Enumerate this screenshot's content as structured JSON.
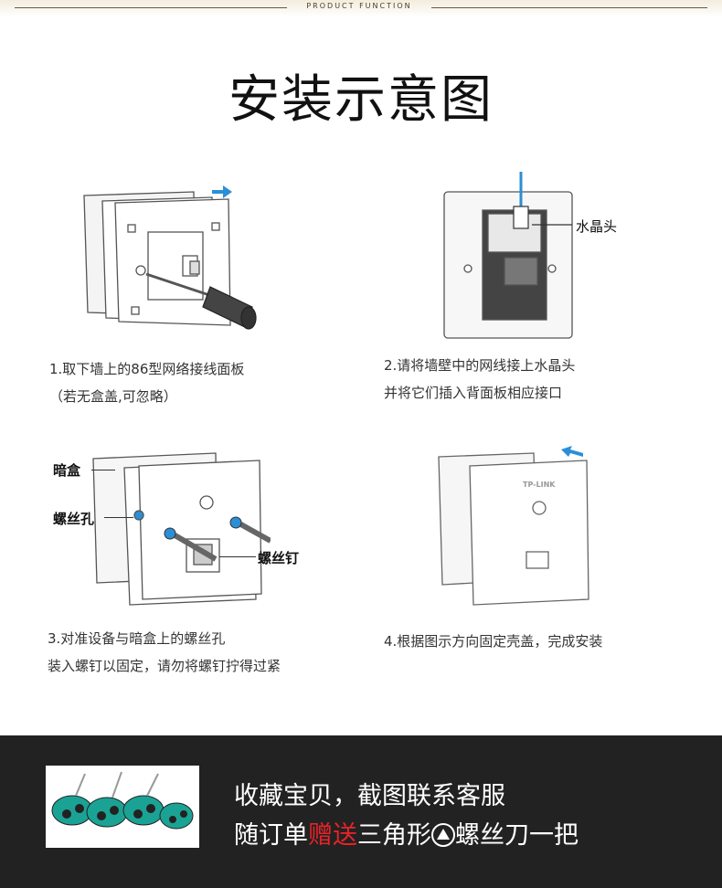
{
  "header": {
    "label": "PRODUCT FUNCTION",
    "title": "安装示意图"
  },
  "steps": [
    {
      "line1": "1.取下墙上的86型网络接线面板",
      "line2": "（若无盒盖,可忽略）"
    },
    {
      "line1": "2.请将墙壁中的网线接上水晶头",
      "line2": "并将它们插入背面板相应接口"
    },
    {
      "line1": "3.对准设备与暗盒上的螺丝孔",
      "line2": "装入螺钉以固定，请勿将螺钉拧得过紧"
    },
    {
      "line1": "4.根据图示方向固定壳盖，完成安装",
      "line2": ""
    }
  ],
  "callouts": {
    "crystal_head": "水晶头",
    "junction_box": "暗盒",
    "screw_hole": "螺丝孔",
    "screw": "螺丝钉",
    "brand": "TP-LINK"
  },
  "promo": {
    "line1": "收藏宝贝，截图联系客服",
    "line2_a": "随订单",
    "line2_hl": "赠送",
    "line2_b": "三角形",
    "line2_c": "螺丝刀一把"
  },
  "colors": {
    "accent_blue": "#2b8fd6",
    "highlight_red": "#e6232a",
    "bottom_bg": "#222222",
    "screwdriver_green": "#1aa394"
  },
  "icons": [
    "triangle-circle-icon",
    "arrow-right-icon",
    "arrow-left-icon"
  ]
}
